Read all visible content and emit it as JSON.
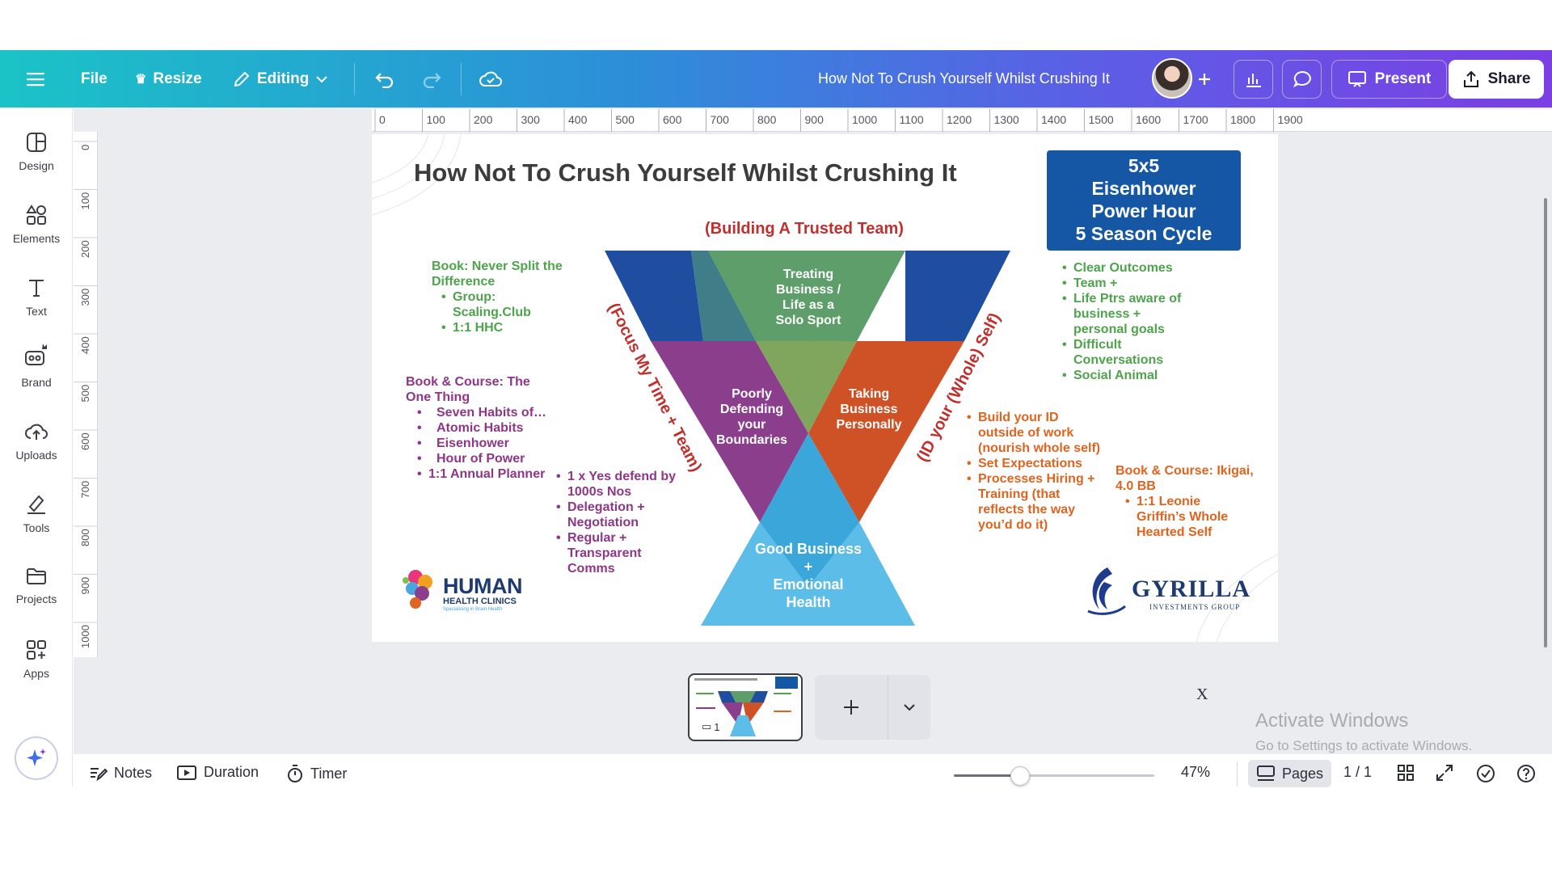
{
  "topbar": {
    "file": "File",
    "resize": "Resize",
    "editing": "Editing",
    "doc_title": "How Not To Crush Yourself Whilst Crushing It",
    "present": "Present",
    "share": "Share"
  },
  "sidebar": {
    "items": [
      {
        "label": "Design",
        "icon": "layout-icon"
      },
      {
        "label": "Elements",
        "icon": "shapes-icon"
      },
      {
        "label": "Text",
        "icon": "text-icon"
      },
      {
        "label": "Brand",
        "icon": "brand-icon"
      },
      {
        "label": "Uploads",
        "icon": "cloud-upload-icon"
      },
      {
        "label": "Tools",
        "icon": "pen-tool-icon"
      },
      {
        "label": "Projects",
        "icon": "folder-icon"
      },
      {
        "label": "Apps",
        "icon": "apps-grid-icon"
      }
    ]
  },
  "rulers": {
    "h_ticks": [
      "0",
      "100",
      "200",
      "300",
      "400",
      "500",
      "600",
      "700",
      "800",
      "900",
      "1000",
      "1100",
      "1200",
      "1300",
      "1400",
      "1500",
      "1600",
      "1700",
      "1800",
      "1900"
    ],
    "v_ticks": [
      "0",
      "100",
      "200",
      "300",
      "400",
      "500",
      "600",
      "700",
      "800",
      "900",
      "1000"
    ]
  },
  "slide": {
    "title": "How Not To Crush Yourself Whilst Crushing It",
    "box_lines": [
      "5x5",
      "Eisenhower",
      "Power Hour",
      "5 Season Cycle"
    ],
    "subtitle": "(Building A Trusted Team)",
    "left_rotated": "(Focus My Time + Team)",
    "right_rotated": "(ID your (Whole) Self)",
    "tri_top": [
      "Treating",
      "Business /",
      "Life as a",
      "Solo Sport"
    ],
    "tri_left": [
      "Poorly",
      "Defending",
      "your",
      "Boundaries"
    ],
    "tri_right": [
      "Taking",
      "Business",
      "Personally"
    ],
    "tri_bottom": [
      "Good Business",
      "+",
      "Emotional",
      "Health"
    ],
    "book1_title": [
      "Book: Never Split the",
      "Difference"
    ],
    "book1_items": [
      "Group: Scaling.Club",
      "1:1 HHC"
    ],
    "book2_title": [
      "Book & Course:  The",
      "One Thing"
    ],
    "book2_items": [
      "Seven Habits of…",
      "Atomic Habits",
      "Eisenhower",
      "Hour of Power",
      "1:1 Annual Planner"
    ],
    "center_items": [
      "1 x Yes defend by 1000s Nos",
      "Delegation + Negotiation",
      "Regular + Transparent Comms"
    ],
    "right_green_items": [
      "Clear Outcomes",
      "Team +",
      "Life Ptrs aware of business + personal goals",
      "Difficult Conversations",
      "Social Animal"
    ],
    "right_orange_items": [
      "Build your ID outside of work (nourish whole self)",
      "Set Expectations",
      "Processes Hiring + Training (that reflects the way you’d do it)"
    ],
    "book3_title": [
      "Book & Course: Ikigai,",
      "4.0 BB"
    ],
    "book3_items": [
      "1:1 Leonie Griffin’s Whole Hearted Self"
    ],
    "logo1_main": "HUMAN",
    "logo1_sub": "HEALTH CLINICS",
    "logo1_tag": "Specialising in Brain Health",
    "logo2_main": "GYRILLA",
    "logo2_sub": "INVESTMENTS GROUP"
  },
  "pages": {
    "thumb_comment_count": "1",
    "close_mark": "X"
  },
  "bottombar": {
    "notes": "Notes",
    "duration": "Duration",
    "timer": "Timer",
    "zoom": "47%",
    "zoom_fraction": 0.47,
    "pages": "Pages",
    "page_count": "1 / 1"
  },
  "watermark": {
    "line1": "Activate Windows",
    "line2": "Go to Settings to activate Windows."
  },
  "colors": {
    "green": "#4ea34c",
    "purple": "#8e3687",
    "orange": "#e0641f",
    "red": "#c0302e",
    "blue": "#1557a5"
  }
}
